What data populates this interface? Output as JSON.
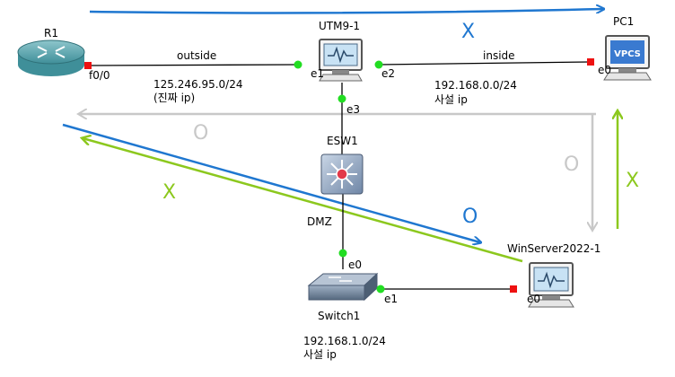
{
  "devices": {
    "r1": {
      "name": "R1",
      "port_f0": "f0/0"
    },
    "utm": {
      "name": "UTM9-1",
      "port_e1": "e1",
      "port_e2": "e2",
      "port_e3": "e3"
    },
    "pc1": {
      "name": "PC1",
      "screen_text": "VPCS",
      "port_e0": "e0"
    },
    "esw": {
      "name": "ESW1"
    },
    "switch": {
      "name": "Switch1",
      "port_e0": "e0",
      "port_e1": "e1"
    },
    "winserver": {
      "name": "WinServer2022-1",
      "port_e0": "e0"
    }
  },
  "networks": {
    "outside": {
      "label": "outside",
      "subnet": "125.246.95.0/24",
      "note": "(진짜 ip)"
    },
    "inside": {
      "label": "inside",
      "subnet": "192.168.0.0/24",
      "note": "사설 ip"
    },
    "dmz": {
      "label": "DMZ",
      "subnet": "192.168.1.0/24",
      "note": "사설 ip"
    }
  },
  "annotations": {
    "mark_top": "X",
    "mark_left_o": "O",
    "mark_right_o": "O",
    "mark_green_left": "X",
    "mark_blue_o": "O",
    "mark_green_right": "X"
  },
  "colors": {
    "blue": "#1f77d0",
    "green": "#8cc81e",
    "gray": "#c8c8c8",
    "port_up": "#22dd22",
    "port_down": "#ee1111"
  }
}
